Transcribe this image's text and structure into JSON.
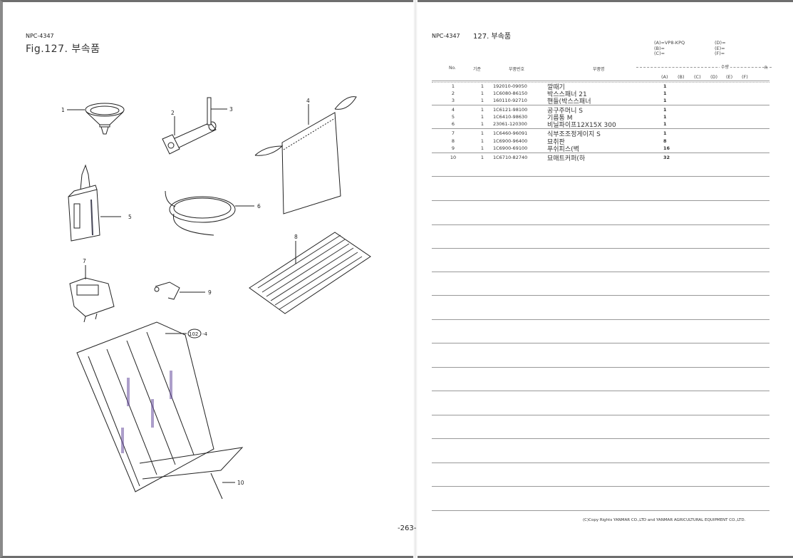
{
  "left_page": {
    "code": "NPC-4347",
    "fig_title": "Fig.127.  부속품",
    "callouts": {
      "c1": "1",
      "c2": "2",
      "c3": "3",
      "c4": "4",
      "c5": "5",
      "c6": "6",
      "c7": "7",
      "c8": "8",
      "c9": "9",
      "c10": "10",
      "ref": "102",
      "ref_suffix": "-4"
    }
  },
  "right_page": {
    "code": "NPC-4347",
    "fig_num": "127.  부속품",
    "models": {
      "a": "(A)=VP8-KPQ",
      "b": "(B)=",
      "c": "(C)=",
      "d": "(D)=",
      "e": "(E)=",
      "f": "(F)="
    },
    "headers": {
      "no": "No.",
      "ref": "기준",
      "part": "부품번호",
      "name": "부품명",
      "qty": "수량",
      "r": "R"
    },
    "sub_headers": [
      "(A)",
      "(B)",
      "(C)",
      "(D)",
      "(E)",
      "(F)"
    ],
    "rows": [
      {
        "no": "1",
        "ref": "1",
        "part": "192010-09050",
        "name": "깔때기",
        "a": "1"
      },
      {
        "no": "2",
        "ref": "1",
        "part": "1C6080-86150",
        "name": "박스스패너 21",
        "a": "1"
      },
      {
        "no": "3",
        "ref": "1",
        "part": "160110-92710",
        "name": "핸들(박스스패너",
        "a": "1"
      },
      {
        "no": "4",
        "ref": "1",
        "part": "1C6121-98100",
        "name": "공구주머니 S",
        "a": "1"
      },
      {
        "no": "5",
        "ref": "1",
        "part": "1C6410-98630",
        "name": "기름통 M",
        "a": "1"
      },
      {
        "no": "6",
        "ref": "1",
        "part": "23061-120300",
        "name": "비닐파이프12X15X 300",
        "a": "1"
      },
      {
        "no": "7",
        "ref": "1",
        "part": "1C6460-96091",
        "name": "식부조조정게이지 S",
        "a": "1"
      },
      {
        "no": "8",
        "ref": "1",
        "part": "1C6900-96400",
        "name": "묘취판",
        "a": "8"
      },
      {
        "no": "9",
        "ref": "1",
        "part": "1C6900-69100",
        "name": "푸쉬피스(벽",
        "a": "16"
      },
      {
        "no": "10",
        "ref": "1",
        "part": "1C6710-82740",
        "name": "묘매트커퍼(하",
        "a": "32"
      }
    ],
    "page_number": "-263-",
    "copyright": "(C)Copy Rights  YANMAR CO.,LTD and YANMAR AGRICULTURAL EQUIPMENT CO.,LTD."
  }
}
